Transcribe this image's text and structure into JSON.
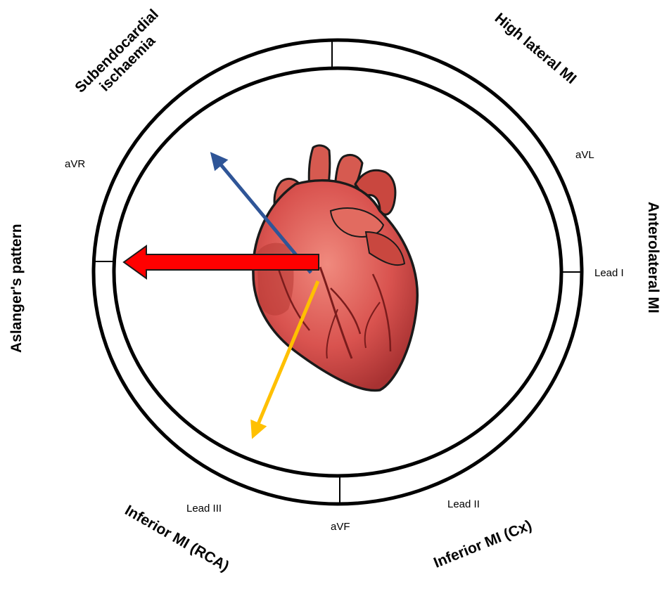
{
  "regions": {
    "subendocardial_line1": "Subendocardial",
    "subendocardial_line2": "ischaemia",
    "high_lateral": "High lateral MI",
    "anterolateral": "Anterolateral MI",
    "aslanger": "Aslanger's pattern",
    "inferior_rca": "Inferior MI (RCA)",
    "inferior_cx": "Inferior MI (Cx)"
  },
  "leads": {
    "avr": "aVR",
    "avl": "aVL",
    "lead_i": "Lead I",
    "lead_ii": "Lead II",
    "lead_iii": "Lead III",
    "avf": "aVF"
  },
  "colors": {
    "ring": "#000000",
    "red_arrow": "#ff0000",
    "blue_arrow": "#2f5597",
    "yellow_arrow": "#ffc000",
    "heart_body": "#d9534f",
    "heart_dark": "#8b1a1a",
    "heart_vessel": "#c0392b"
  }
}
